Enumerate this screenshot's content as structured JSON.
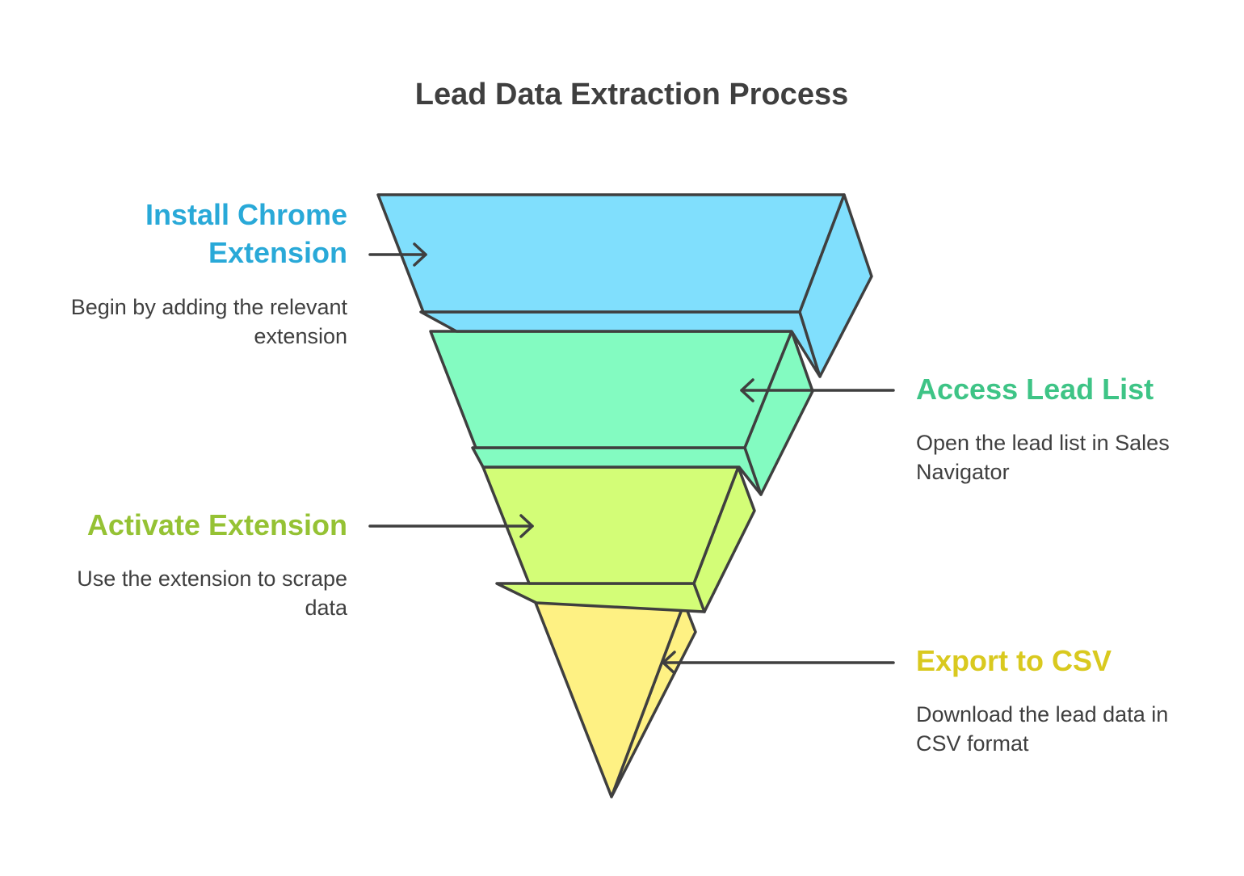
{
  "title": "Lead Data Extraction Process",
  "steps": [
    {
      "heading_lines": [
        "Install Chrome",
        "Extension"
      ],
      "description_lines": [
        "Begin by adding the relevant",
        "extension"
      ],
      "color": "#29a9d8",
      "fill": "#80dffd"
    },
    {
      "heading_lines": [
        "Access Lead List"
      ],
      "description_lines": [
        "Open the lead list in Sales",
        "Navigator"
      ],
      "color": "#3ec486",
      "fill": "#83fbc1"
    },
    {
      "heading_lines": [
        "Activate Extension"
      ],
      "description_lines": [
        "Use the extension to scrape",
        "data"
      ],
      "color": "#95c234",
      "fill": "#d3fd77"
    },
    {
      "heading_lines": [
        "Export to CSV"
      ],
      "description_lines": [
        "Download the lead data in",
        "CSV format"
      ],
      "color": "#d9c91f",
      "fill": "#fef183"
    }
  ],
  "colors": {
    "outline": "#3f3f3f",
    "text": "#3f3f3f",
    "background": "#ffffff"
  }
}
